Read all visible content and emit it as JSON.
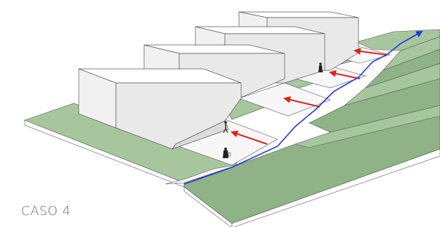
{
  "caption": "CASO 4",
  "colors": {
    "terrain_top": "#a7c69e",
    "terrain_face": "#8fb387",
    "terrain_side": "#ffffff",
    "building_face": "#f1f1f1",
    "building_side": "#e6e6e6",
    "building_top": "#ffffff",
    "plaza": "#f7f7f7",
    "path_blue": "#2233dd",
    "arrow_red": "#e0211b",
    "outline": "#555555"
  },
  "icons": [
    "blue-path-arrow",
    "red-access-arrow",
    "person-figure"
  ]
}
